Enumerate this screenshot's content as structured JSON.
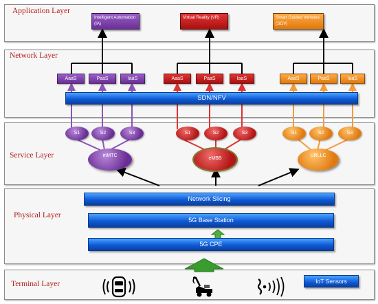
{
  "layers": {
    "application": "Application Layer",
    "network": "Network Layer",
    "service": "Service Layer",
    "physical": "Physical Layer",
    "terminal": "Terminal Layer"
  },
  "applications": {
    "ia": "Intelligent Automation (IA)",
    "vr": "Virtual Reality (VR)",
    "sgv": "Smart Guided Vehicles (SGV)"
  },
  "services": {
    "purple": [
      "AaaS",
      "PaaS",
      "IaaS"
    ],
    "red": [
      "AaaS",
      "PaaS",
      "IaaS"
    ],
    "orange": [
      "AaaS",
      "PaaS",
      "IaaS"
    ]
  },
  "sdn_nfv": "SDN/NFV",
  "slices": {
    "purple": [
      "S1",
      "S2",
      "S3"
    ],
    "red": [
      "S1",
      "S2",
      "S3"
    ],
    "orange": [
      "S1",
      "S2",
      "S3"
    ]
  },
  "service_types": {
    "mmtc": "mMTC",
    "embb": "eMBB",
    "urllc": "URLLC"
  },
  "physical": {
    "network_slicing": "Network Slicing",
    "base_station": "5G Base Station",
    "cpe": "5G CPE"
  },
  "terminal": {
    "iot_sensors": "IoT Sensors",
    "icons": [
      "car-icon",
      "vehicle-sensor-icon",
      "signal-waves-icon"
    ]
  },
  "colors": {
    "purple": "#7a3fa8",
    "red": "#c81e1e",
    "orange": "#f08a1c",
    "blue": "#0f5ad6",
    "green": "#3a9b2e",
    "layer_title": "#b52020"
  }
}
